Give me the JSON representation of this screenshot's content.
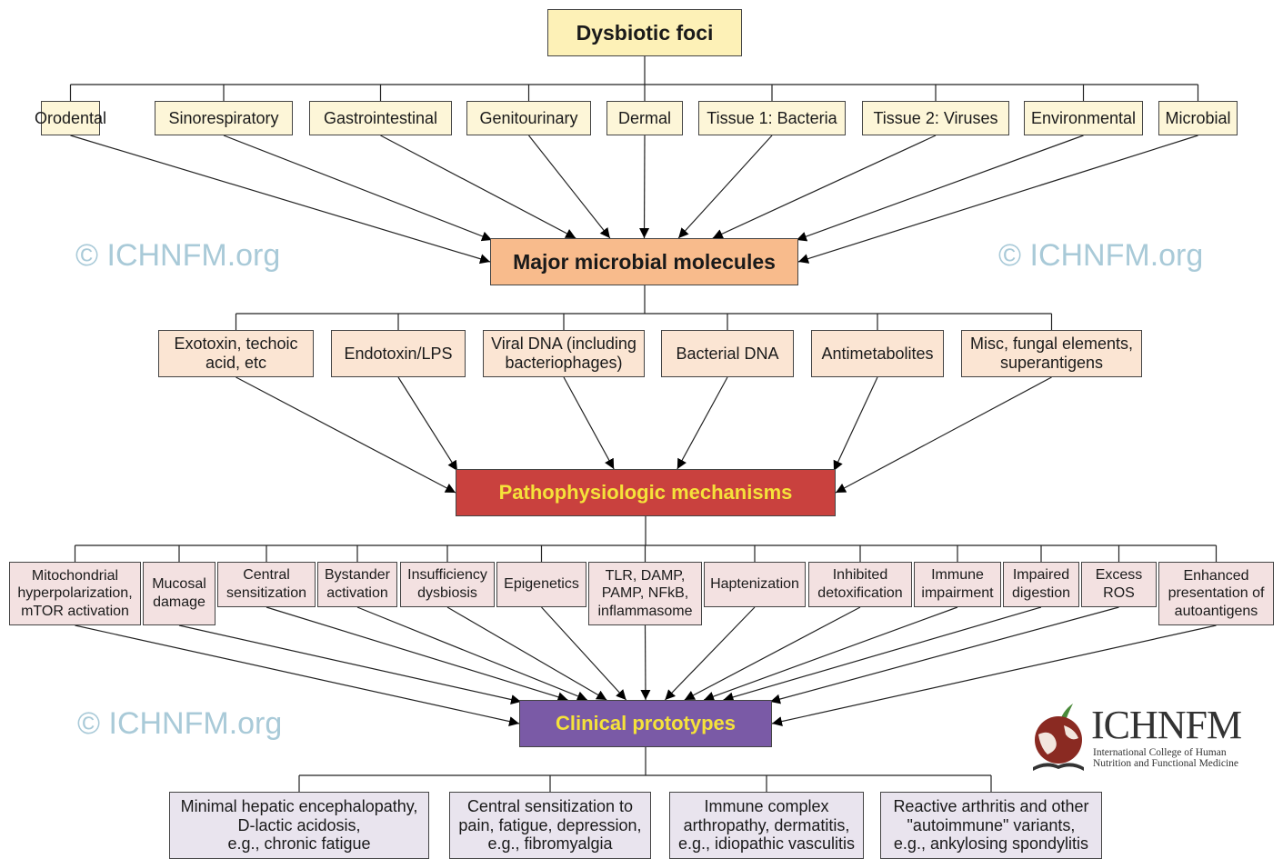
{
  "titles": {
    "dysbiotic": "Dysbiotic foci",
    "molecules": "Major microbial molecules",
    "mechanisms": "Pathophysiologic mechanisms",
    "clinical": "Clinical prototypes"
  },
  "foci": [
    "Orodental",
    "Sinorespiratory",
    "Gastrointestinal",
    "Genitourinary",
    "Dermal",
    "Tissue 1: Bacteria",
    "Tissue 2: Viruses",
    "Environmental",
    "Microbial"
  ],
  "molecules": [
    "Exotoxin, techoic\nacid, etc",
    "Endotoxin/LPS",
    "Viral DNA (including\nbacteriophages)",
    "Bacterial DNA",
    "Antimetabolites",
    "Misc, fungal elements,\nsuperantigens"
  ],
  "mechanisms": [
    "Mitochondrial\nhyperpolarization,\nmTOR activation",
    "Mucosal\ndamage",
    "Central\nsensitization",
    "Bystander\nactivation",
    "Insufficiency\ndysbiosis",
    "Epigenetics",
    "TLR, DAMP,\nPAMP, NFkB,\ninflammasome",
    "Haptenization",
    "Inhibited\ndetoxification",
    "Immune\nimpairment",
    "Impaired\ndigestion",
    "Excess\nROS",
    "Enhanced\npresentation of\nautoantigens"
  ],
  "clinical": [
    "Minimal hepatic encephalopathy,\nD-lactic acidosis,\ne.g., chronic fatigue",
    "Central sensitization to\npain, fatigue, depression,\ne.g., fibromyalgia",
    "Immune complex\narthropathy, dermatitis,\ne.g., idiopathic vasculitis",
    "Reactive arthritis and other\n\"autoimmune\" variants,\ne.g., ankylosing spondylitis"
  ],
  "watermark": "© ICHNFM.org",
  "logo": {
    "name": "ICHNFM",
    "line1": "International College of Human",
    "line2": "Nutrition and Functional Medicine"
  },
  "colors": {
    "dysbiotic_fill": "#fdf1b7",
    "foci_fill": "#fdf6d8",
    "molecules_title_fill": "#f8bb8c",
    "molecules_fill": "#fbe5d3",
    "mechanisms_title_fill": "#c9413e",
    "mechanisms_fill": "#f3e1e1",
    "clinical_title_fill": "#7a5aa6",
    "clinical_fill": "#e9e4ee",
    "title_text_highlight": "#f5e23a",
    "watermark": "#a9cad8"
  }
}
